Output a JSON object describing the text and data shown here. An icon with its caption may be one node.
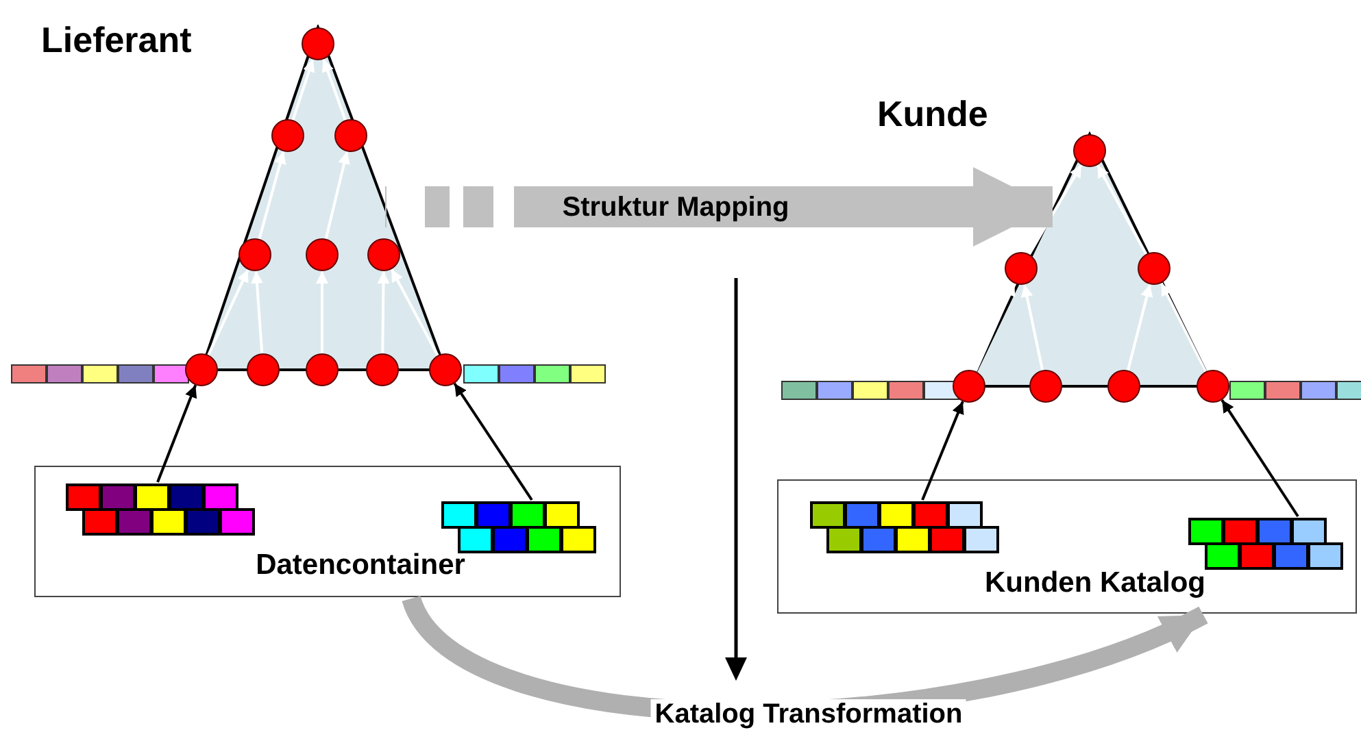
{
  "diagram": {
    "nodes": [
      {
        "text": [],
        "shape": "triangle"
      },
      {
        "text": [],
        "shape": "circle",
        "in": 0
      },
      {
        "text": [],
        "shape": "circle",
        "in": 0
      },
      {
        "text": [],
        "shape": "circle",
        "in": 0
      },
      {
        "text": [],
        "shape": "circle",
        "in": 0
      },
      {
        "text": [],
        "shape": "circle",
        "in": 0
      },
      {
        "text": [],
        "shape": "circle",
        "in": 0
      },
      {
        "text": [],
        "shape": "circle"
      },
      {
        "text": [],
        "shape": "circle",
        "in": 0
      },
      {
        "text": [],
        "shape": "circle",
        "in": 0
      },
      {
        "text": [],
        "shape": "circle",
        "in": 0
      },
      {
        "text": [],
        "shape": "circle"
      },
      {
        "text": [],
        "shape": "triangle"
      },
      {
        "text": [],
        "shape": "circle",
        "in": 12
      },
      {
        "text": [],
        "shape": "circle",
        "in": 12
      },
      {
        "text": [],
        "shape": "circle",
        "in": 12
      },
      {
        "text": [],
        "shape": "circle"
      },
      {
        "text": [],
        "shape": "circle",
        "in": 12
      },
      {
        "text": [],
        "shape": "circle",
        "in": 12
      },
      {
        "text": [],
        "shape": "circle"
      },
      {
        "text": [
          "Datencontainer"
        ]
      },
      {
        "text": [],
        "shape": "box",
        "in": 20
      },
      {
        "text": [],
        "shape": "box",
        "in": 20
      },
      {
        "text": [
          "Kunden Katalog"
        ]
      },
      {
        "text": [],
        "shape": "box",
        "in": 23
      },
      {
        "text": [],
        "shape": "box",
        "in": 23
      }
    ],
    "edges": [
      {
        "from": 7,
        "to": 4,
        "arrow": "to"
      },
      {
        "from": 8,
        "to": 4,
        "arrow": "to"
      },
      {
        "from": 9,
        "to": 5,
        "arrow": "to"
      },
      {
        "from": 10,
        "to": 6,
        "arrow": "to"
      },
      {
        "from": 11,
        "to": 6,
        "arrow": "to"
      },
      {
        "from": 4,
        "to": 2,
        "arrow": "to"
      },
      {
        "from": 5,
        "to": 3,
        "arrow": "to"
      },
      {
        "from": 2,
        "to": 1,
        "arrow": "to"
      },
      {
        "from": 3,
        "to": 1,
        "arrow": "to"
      },
      {
        "from": 16,
        "to": 14,
        "arrow": "to"
      },
      {
        "from": 17,
        "to": 14,
        "arrow": "to"
      },
      {
        "from": 18,
        "to": 15,
        "arrow": "to"
      },
      {
        "from": 19,
        "to": 15,
        "arrow": "to"
      },
      {
        "from": 14,
        "to": 13,
        "arrow": "to"
      },
      {
        "from": 15,
        "to": 13,
        "arrow": "to"
      },
      {
        "from": 21,
        "to": 7,
        "arrow": "to",
        "color": "#000000"
      },
      {
        "from": 22,
        "to": 11,
        "arrow": "to",
        "color": "#000000"
      },
      {
        "from": 24,
        "to": 16,
        "arrow": "to",
        "color": "#000000"
      },
      {
        "from": 25,
        "to": 19,
        "arrow": "to",
        "color": "#000000"
      },
      {
        "from": 0,
        "to": 12,
        "arrow": "to",
        "label": "Struktur Mapping",
        "style": "thick",
        "color": "#c0c0c0"
      },
      {
        "from": 20,
        "to": 23,
        "arrow": "to",
        "label": "Katalog Transformation",
        "style": "thick",
        "color": "#b0b0b0"
      }
    ],
    "labels": [
      "Lieferant",
      "Kunde"
    ]
  }
}
